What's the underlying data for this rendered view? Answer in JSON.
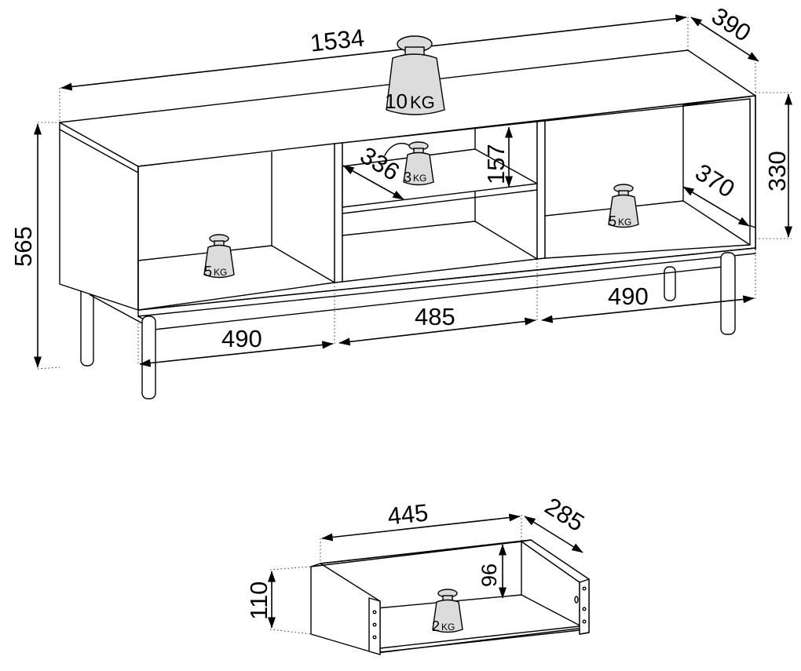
{
  "unit": "mm",
  "tv_stand": {
    "dimensions": {
      "width": "1534",
      "depth": "390",
      "height": "565",
      "inner_height": "330",
      "middle_shelf_depth": "336",
      "middle_shelf_height": "157",
      "side_compartment_depth": "370",
      "left_compartment_width": "490",
      "middle_compartment_width": "485",
      "right_compartment_width": "490"
    },
    "weights": {
      "top": {
        "number": "10",
        "unit": "KG"
      },
      "middle_shelf": {
        "number": "3",
        "unit": "KG"
      },
      "left_compartment": {
        "number": "5",
        "unit": "KG"
      },
      "right_compartment": {
        "number": "5",
        "unit": "KG"
      }
    }
  },
  "drawer": {
    "dimensions": {
      "width": "445",
      "depth": "285",
      "outer_height": "110",
      "inner_height": "96"
    },
    "weight": {
      "number": "2",
      "unit": "KG"
    }
  }
}
